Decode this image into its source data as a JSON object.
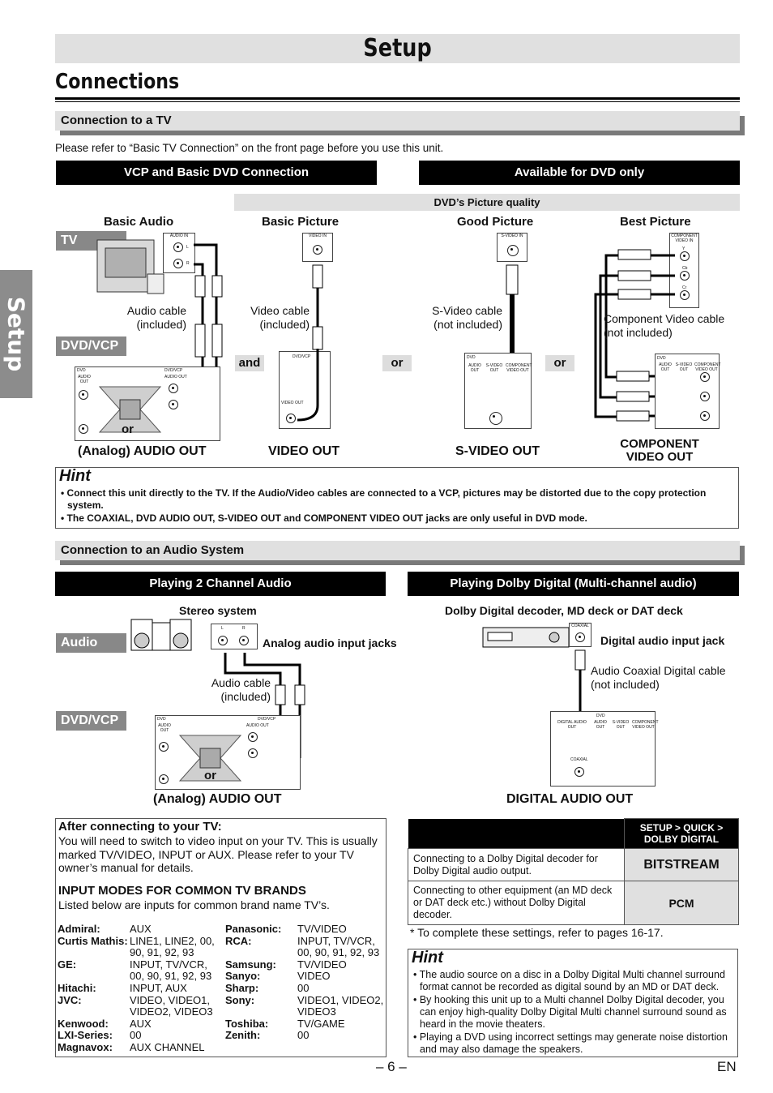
{
  "banner": "Setup",
  "side_tab": "Setup",
  "heading": "Connections",
  "tv_section": {
    "title": "Connection to a TV",
    "intro": "Please refer to “Basic TV Connection” on the front page before you use this unit.",
    "bar_left": "VCP and Basic DVD Connection",
    "bar_right": "Available for DVD only",
    "picture_quality": "DVD’s Picture quality",
    "col_basic_audio": "Basic  Audio",
    "col_basic_picture": "Basic Picture",
    "col_good_picture": "Good Picture",
    "col_best_picture": "Best Picture",
    "tv_label": "TV",
    "dvdvcp_label": "DVD/VCP",
    "audio_cable": "Audio cable\n(included)",
    "video_cable": "Video cable\n(included)",
    "svideo_cable": "S-Video cable\n(not included)",
    "component_cable": "Component Video cable\n(not included)",
    "and": "and",
    "or1": "or",
    "or2": "or",
    "or_small": "or",
    "out_audio": "(Analog) AUDIO OUT",
    "out_video": "VIDEO OUT",
    "out_svideo": "S-VIDEO OUT",
    "out_component": "COMPONENT\nVIDEO OUT",
    "device_text": {
      "audio_in": "AUDIO IN",
      "video_in": "VIDEO IN",
      "svideo_in": "S-VIDEO IN",
      "component_in": "COMPONENT VIDEO IN",
      "l": "L",
      "r": "R",
      "y": "Y",
      "cb": "Cb",
      "cr": "Cr",
      "dvd": "DVD",
      "dvdvcp": "DVD/VCP",
      "audio_out": "AUDIO OUT",
      "video_out": "VIDEO OUT",
      "svideo_out": "S-VIDEO OUT",
      "component_out": "COMPONENT VIDEO OUT"
    }
  },
  "hint1": {
    "title": "Hint",
    "items": [
      "• Connect this unit directly to the TV. If the Audio/Video cables are connected to a VCP, pictures may be distorted due to the copy protection system.",
      "• The COAXIAL, DVD AUDIO OUT, S-VIDEO OUT and COMPONENT VIDEO OUT jacks are only useful in DVD mode."
    ]
  },
  "audio_section": {
    "title": "Connection to an Audio System",
    "bar_left": "Playing 2 Channel Audio",
    "bar_right": "Playing Dolby Digital (Multi-channel audio)",
    "stereo_system": "Stereo system",
    "audio_label": "Audio",
    "dvdvcp_label": "DVD/VCP",
    "analog_jacks": "Analog audio input jacks",
    "audio_cable": "Audio cable\n(included)",
    "or": "or",
    "out_audio": "(Analog) AUDIO OUT",
    "decoder": "Dolby Digital decoder, MD deck or DAT deck",
    "digital_jack": "Digital audio input jack",
    "coax_cable": "Audio Coaxial Digital cable\n(not included)",
    "out_digital": "DIGITAL AUDIO OUT",
    "device_text": {
      "coaxial": "COAXIAL",
      "digital_audio_out": "DIGITAL AUDIO OUT",
      "coaxial_jack": "COAXIAL"
    }
  },
  "after": {
    "title": "After connecting to your TV:",
    "body": "You will need to switch to video input on your TV. This is usually marked TV/VIDEO, INPUT or AUX. Please refer to your TV owner’s manual for details.",
    "modes_title": "INPUT MODES FOR COMMON TV BRANDS",
    "modes_sub": "Listed below are inputs for common brand name TV’s.",
    "brands_left": [
      {
        "brand": "Admiral:",
        "input": "AUX"
      },
      {
        "brand": "Curtis Mathis:",
        "input": "LINE1, LINE2, 00, 90, 91, 92, 93"
      },
      {
        "brand": "GE:",
        "input": "INPUT, TV/VCR, 00, 90, 91, 92, 93"
      },
      {
        "brand": "Hitachi:",
        "input": "INPUT, AUX"
      },
      {
        "brand": "JVC:",
        "input": "VIDEO, VIDEO1, VIDEO2, VIDEO3"
      },
      {
        "brand": "Kenwood:",
        "input": "AUX"
      },
      {
        "brand": "LXI-Series:",
        "input": "00"
      },
      {
        "brand": "Magnavox:",
        "input": "AUX CHANNEL"
      }
    ],
    "brands_right": [
      {
        "brand": "Panasonic:",
        "input": "TV/VIDEO"
      },
      {
        "brand": "RCA:",
        "input": "INPUT, TV/VCR, 00, 90, 91, 92, 93"
      },
      {
        "brand": "Samsung:",
        "input": "TV/VIDEO"
      },
      {
        "brand": "Sanyo:",
        "input": "VIDEO"
      },
      {
        "brand": "Sharp:",
        "input": "00"
      },
      {
        "brand": "Sony:",
        "input": "VIDEO1, VIDEO2, VIDEO3"
      },
      {
        "brand": "Toshiba:",
        "input": "TV/GAME"
      },
      {
        "brand": "Zenith:",
        "input": "00"
      }
    ]
  },
  "dolby_table": {
    "header": "SETUP > QUICK >\nDOLBY DIGITAL",
    "rows": [
      {
        "desc": "Connecting to a Dolby Digital decoder for Dolby Digital audio output.",
        "value": "BITSTREAM"
      },
      {
        "desc": "Connecting to other equipment (an MD deck or DAT deck etc.) without Dolby Digital decoder.",
        "value": "PCM"
      }
    ],
    "note": "* To complete these settings, refer to pages 16-17."
  },
  "hint2": {
    "title": "Hint",
    "items": [
      "• The audio source on a disc in a Dolby Digital Multi channel surround format cannot be recorded as digital sound by an MD or DAT deck.",
      "• By hooking this unit up to a Multi channel Dolby Digital decoder, you can enjoy high-quality Dolby Digital Multi channel surround sound as heard in the movie theaters.",
      "• Playing a DVD using incorrect settings may generate noise distortion and may also damage the speakers."
    ]
  },
  "footer": {
    "page": "– 6 –",
    "lang": "EN"
  }
}
